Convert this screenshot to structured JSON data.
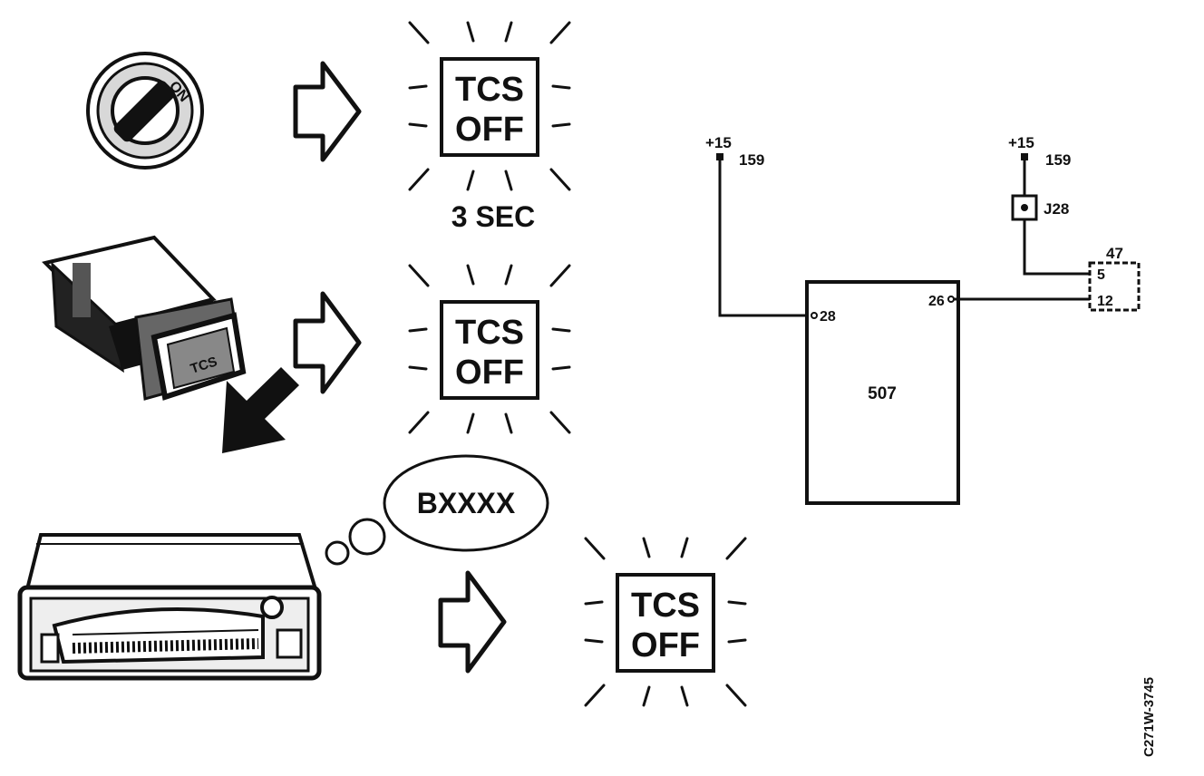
{
  "step1": {
    "switch_label": "ON",
    "lamp_line1": "TCS",
    "lamp_line2": "OFF",
    "duration": "3 SEC"
  },
  "step2": {
    "button_label": "TCS",
    "lamp_line1": "TCS",
    "lamp_line2": "OFF"
  },
  "step3": {
    "code_bubble": "BXXXX",
    "lamp_line1": "TCS",
    "lamp_line2": "OFF"
  },
  "circuit": {
    "supply_left": {
      "voltage": "+15",
      "wire": "159"
    },
    "supply_right": {
      "voltage": "+15",
      "wire": "159",
      "junction": "J28"
    },
    "module": {
      "id": "507",
      "pin_left": "28",
      "pin_right": "26"
    },
    "connector": {
      "id": "47",
      "pin_top": "5",
      "pin_bottom": "12"
    }
  },
  "figure_id": "C271W-3745"
}
